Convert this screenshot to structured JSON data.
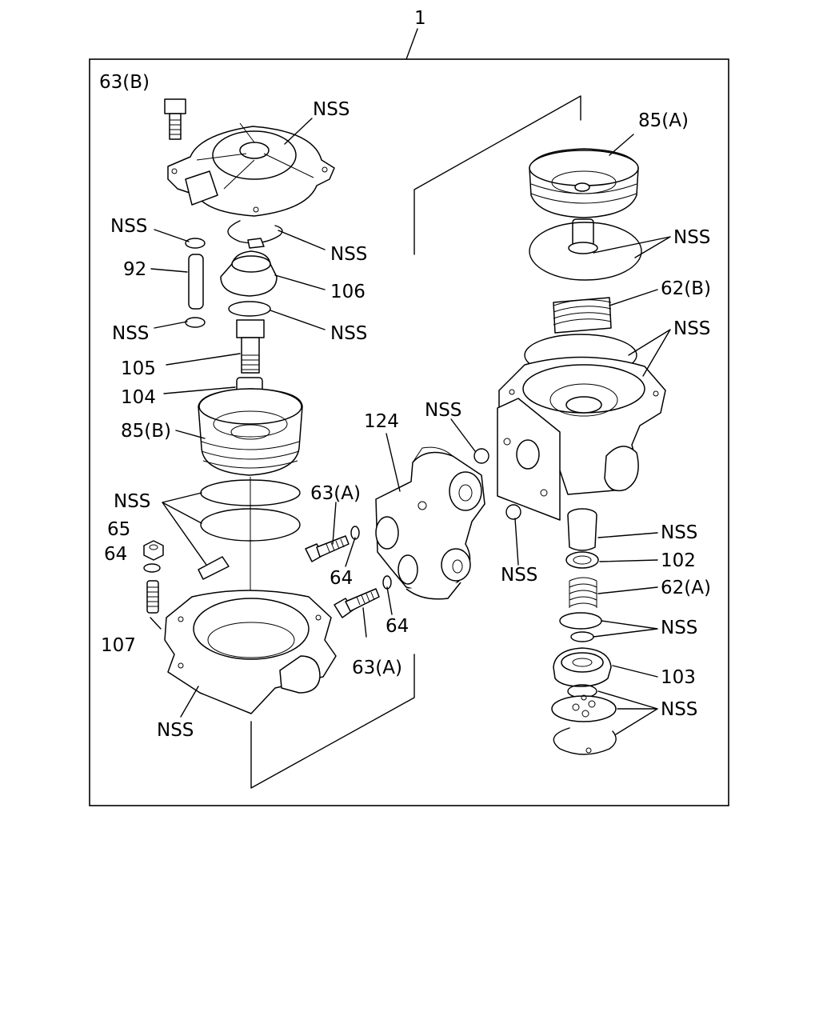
{
  "assembly_label": "1",
  "labels": {
    "l63b": "63(B)",
    "nss_cover": "NSS",
    "nss_oring_top": "NSS",
    "nss_clip_top": "NSS",
    "l92": "92",
    "l106": "106",
    "nss_pin_bottom": "NSS",
    "nss_oring_106": "NSS",
    "l105": "105",
    "l104": "104",
    "l85b": "85(B)",
    "nss_seals_left": "NSS",
    "l65": "65",
    "l64_left": "64",
    "l107": "107",
    "nss_bottom_housing": "NSS",
    "l124": "124",
    "nss_oring_body": "NSS",
    "l63a_top": "63(A)",
    "l64_mid_top": "64",
    "l64_mid_bottom": "64",
    "l63a_bottom": "63(A)",
    "nss_oring_body_lower": "NSS",
    "l85a": "85(A)",
    "nss_ring_85a": "NSS",
    "l62b": "62(B)",
    "nss_ring_62b": "NSS",
    "nss_valve_cap": "NSS",
    "l102": "102",
    "l62a": "62(A)",
    "nss_oring_62a": "NSS",
    "l103": "103",
    "nss_bottom_right": "NSS"
  }
}
